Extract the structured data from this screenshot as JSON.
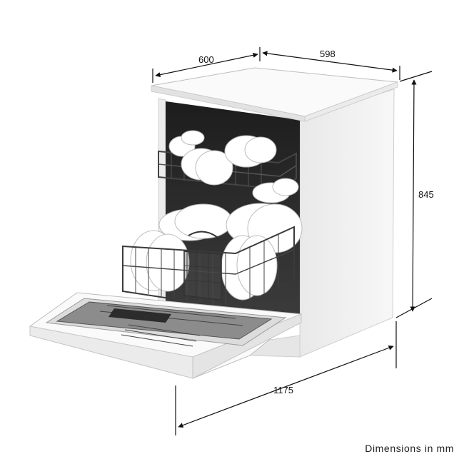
{
  "dimensions": {
    "depth_label": "600",
    "width_label": "598",
    "height_label": "845",
    "open_depth_label": "1175"
  },
  "caption": "Dimensions in mm",
  "colors": {
    "body": "#f4f4f4",
    "top": "#f9f9f9",
    "interior": "#2a2a2a",
    "rack": "#3a3a3a",
    "dish": "#ffffff",
    "line": "#111111"
  }
}
